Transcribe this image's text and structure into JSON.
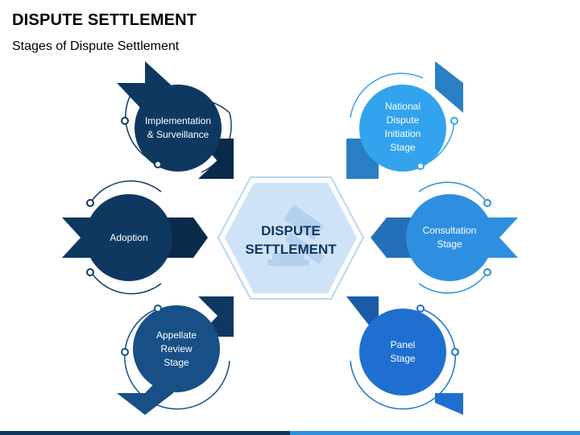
{
  "title": "DISPUTE SETTLEMENT",
  "subtitle": "Stages of Dispute Settlement",
  "center": {
    "label": "DISPUTE\nSETTLEMENT",
    "icon": "gavel-icon"
  },
  "stages": [
    {
      "id": "implementation",
      "label": "Implementation\n& Surveillance",
      "color": "#0f3860",
      "accent": "#0a2a4a"
    },
    {
      "id": "adoption",
      "label": "Adoption",
      "color": "#0f3860",
      "accent": "#0a2a4a"
    },
    {
      "id": "appellate",
      "label": "Appellate\nReview\nStage",
      "color": "#174f86",
      "accent": "#0f3860"
    },
    {
      "id": "national",
      "label": "National\nDispute\nInitiation\nStage",
      "color": "#33a3ee",
      "accent": "#2a7fc4"
    },
    {
      "id": "consultation",
      "label": "Consultation\nStage",
      "color": "#2e8fe0",
      "accent": "#2470b8"
    },
    {
      "id": "panel",
      "label": "Panel\nStage",
      "color": "#1f6fd0",
      "accent": "#1a5aa8"
    }
  ],
  "colors": {
    "center_fill": "#cfe3f8",
    "center_border": "#b9d6f2",
    "bar": [
      "#0f3860",
      "#2e8fe0"
    ]
  }
}
